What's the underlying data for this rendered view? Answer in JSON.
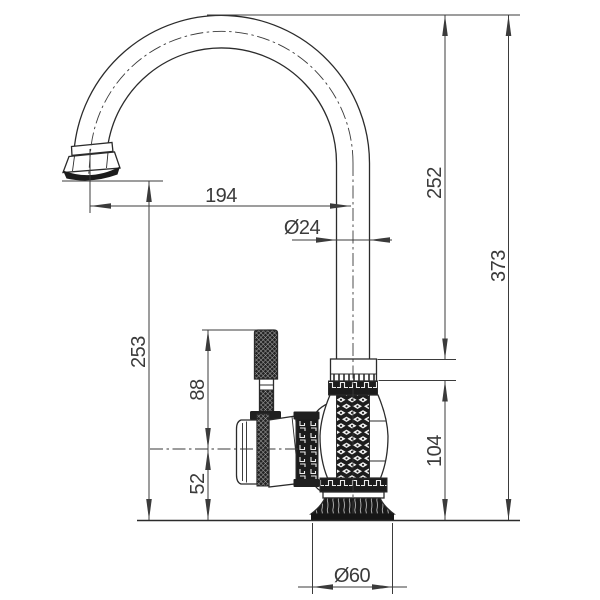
{
  "canvas": {
    "background": "#ffffff",
    "dimension_line_color": "#3b3b3b",
    "part_line_color": "#2b2b2b",
    "decor_dark_color": "#1c1c1c"
  },
  "drawing": {
    "subject": "kitchen faucet dimension drawing",
    "dimensions": {
      "spout_reach": {
        "label": "194",
        "orientation": "horizontal"
      },
      "spout_tube_diameter": {
        "label": "Ø24",
        "orientation": "horizontal"
      },
      "spout_top_to_body_collar": {
        "label": "252",
        "orientation": "vertical"
      },
      "overall_height": {
        "label": "373",
        "orientation": "vertical"
      },
      "spout_outlet_height": {
        "label": "253",
        "orientation": "vertical"
      },
      "handle_top_to_axis": {
        "label": "88",
        "orientation": "vertical"
      },
      "handle_axis_to_deck": {
        "label": "52",
        "orientation": "vertical"
      },
      "body_top_to_deck": {
        "label": "104",
        "orientation": "vertical"
      },
      "base_diameter": {
        "label": "Ø60",
        "orientation": "horizontal"
      }
    }
  }
}
